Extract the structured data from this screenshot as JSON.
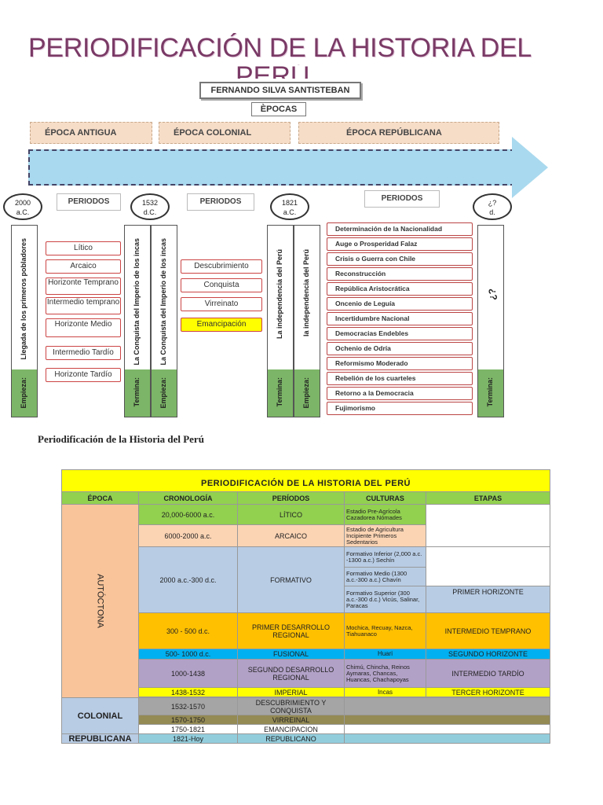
{
  "title": {
    "line1": "PERIODIFICACIÓN DE LA HISTORIA DEL",
    "line2": "PERÚ"
  },
  "diagram": {
    "author": "FERNANDO SILVA SANTISTEBAN",
    "epocas_label": "ÈPOCAS",
    "epochs": [
      "ÉPOCA ANTIGUA",
      "ÉPOCA COLONIAL",
      "ÉPOCA REPÚBLICANA"
    ],
    "dates": [
      {
        "year": "2000",
        "era": "a.C."
      },
      {
        "year": "1532",
        "era": "d.C."
      },
      {
        "year": "1821",
        "era": "a.C."
      },
      {
        "year": "¿?",
        "era": "d."
      }
    ],
    "periodos_label": "PERIODOS",
    "columns": [
      {
        "main": "Llegada de los primeros pobladores",
        "foot": "Empieza:"
      },
      {
        "main": "La Conquista del Imperio de los incas",
        "foot": "Termina:"
      },
      {
        "main": "La Conquista del Imperio de los incas",
        "foot": "Empieza:"
      },
      {
        "main": "La independencia del Perú",
        "foot": "Termina:"
      },
      {
        "main": "la independencia del Perú",
        "foot": "Empieza:"
      },
      {
        "main": "¿?",
        "foot": "Termina:"
      }
    ],
    "ancient_periods": [
      "Lítico",
      "Arcaico",
      "Horizonte Temprano",
      "Intermedio temprano",
      "Horizonte Medio",
      "Intermedio Tardío",
      "Horizonte Tardío"
    ],
    "colonial_periods": [
      "Descubrimiento",
      "Conquista",
      "Virreinato",
      "Emancipación"
    ],
    "republic_periods": [
      "Determinación de la Nacionalidad",
      "Auge o Prosperidad Falaz",
      "Crisis o Guerra con Chile",
      "Reconstrucción",
      "República Aristocrática",
      "Oncenio de Leguía",
      "Incertidumbre Nacional",
      "Democracias Endebles",
      "Ochenio de Odría",
      "Reformismo Moderado",
      "Rebelión de los cuarteles",
      "Retorno a la Democracia",
      "Fujimorismo"
    ]
  },
  "caption": "Periodificación de la Historia del Perú",
  "table": {
    "title": "PERIODIFICACIÓN DE LA HISTORIA DEL PERÚ",
    "headers": [
      "ÉPOCA",
      "CRONOLOGÍA",
      "PERÍODOS",
      "CULTURAS",
      "ETAPAS"
    ],
    "epoca_autoctona": "AUTÓCTONA",
    "epoca_colonial": "COLONIAL",
    "epoca_republicana": "REPUBLICANA",
    "rows": {
      "litico": {
        "crono": "20,000-6000 a.c.",
        "periodo": "LÍTICO",
        "cultura": "Estadio Pre-Agrícola Cazadorea Nómades"
      },
      "arcaico": {
        "crono": "6000-2000 a.c.",
        "periodo": "ARCAICO",
        "cultura": "Estadio de Agricultura Incipiente Primeros Sedentarios"
      },
      "formativo": {
        "crono": "2000 a.c.-300 d.c.",
        "periodo": "FORMATIVO",
        "cultura1": "Formativo Inferior (2,000 a.c. -1300 a.c.) Sechín",
        "cultura2": "Formativo Medio (1300 a.c.-300 a.c.) Chavín",
        "cultura3": "Formativo Superior (300 a.c.-300 d.c.) Vicús, Salinar, Paracas",
        "etapa": "PRIMER HORIZONTE"
      },
      "regional": {
        "crono": "300 - 500 d.c.",
        "periodo": "PRIMER DESARROLLO REGIONAL",
        "cultura": "Mochica, Recuay, Nazca, Tiahuanaco",
        "etapa": "INTERMEDIO TEMPRANO"
      },
      "fusional": {
        "crono": "500- 1000 d.c.",
        "periodo": "FUSIONAL",
        "cultura": "Huari",
        "etapa": "SEGUNDO HORIZONTE"
      },
      "segundo": {
        "crono": "1000-1438",
        "periodo": "SEGUNDO DESARROLLO REGIONAL",
        "cultura": "Chimú, Chincha, Reinos Aymaras, Chancas, Huancas, Chachapoyas",
        "etapa": "INTERMEDIO TARDÍO"
      },
      "imperial": {
        "crono": "1438-1532",
        "periodo": "IMPERIAL",
        "cultura": "Incas",
        "etapa": "TERCER HORIZONTE"
      },
      "descubrimiento": {
        "crono": "1532-1570",
        "periodo": "DESCUBRIMIENTO Y CONQUISTA"
      },
      "virreinal": {
        "crono": "1570-1750",
        "periodo": "VIRREINAL"
      },
      "emancipacion": {
        "crono": "1750-1821",
        "periodo": "EMANCIPACION"
      },
      "republicano": {
        "crono": "1821-Hoy",
        "periodo": "REPUBLICANO"
      }
    }
  },
  "colors": {
    "yellow": "#ffff00",
    "green": "#92d050",
    "peach": "#fbd4b4",
    "blue": "#b8cce4",
    "orange": "#ffc000",
    "cyan": "#00b0f0",
    "purple": "#b2a1c7",
    "grey": "#a5a5a5",
    "brown": "#948a54",
    "teal": "#92cddc"
  }
}
